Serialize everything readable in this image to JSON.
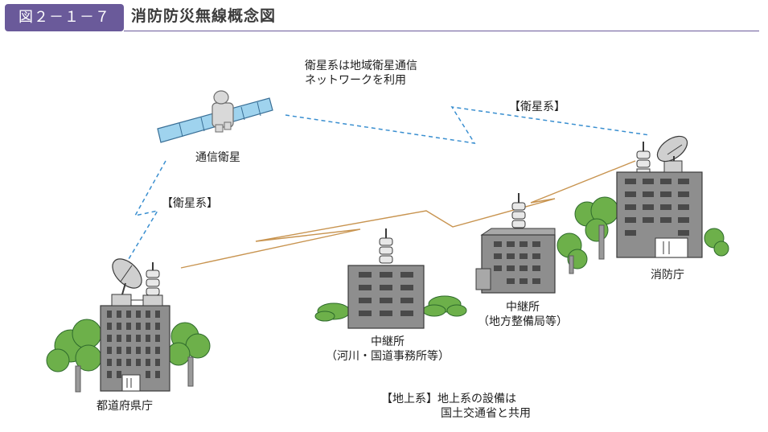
{
  "figure": {
    "number": "図２－１－７",
    "title": "消防防災無線概念図"
  },
  "labels": {
    "satellite_note": [
      "衛星系は地域衛星通信",
      "ネットワークを利用"
    ],
    "satellite": "通信衛星",
    "satellite_link_left": "【衛星系】",
    "satellite_link_right": "【衛星系】",
    "prefecture": "都道府県庁",
    "relay_river": [
      "中継所",
      "（河川・国道事務所等）"
    ],
    "relay_regional": [
      "中継所",
      "（地方整備局等）"
    ],
    "fire_agency": "消防庁",
    "terrestrial_note": [
      "【地上系】地上系の設備は",
      "国土交通省と共用"
    ]
  },
  "colors": {
    "accent": "#6a5a9a",
    "satellite_link": "#3a8fd0",
    "terrestrial_link": "#c89450",
    "building": "#8e8e8e",
    "tree": "#6db04a"
  }
}
